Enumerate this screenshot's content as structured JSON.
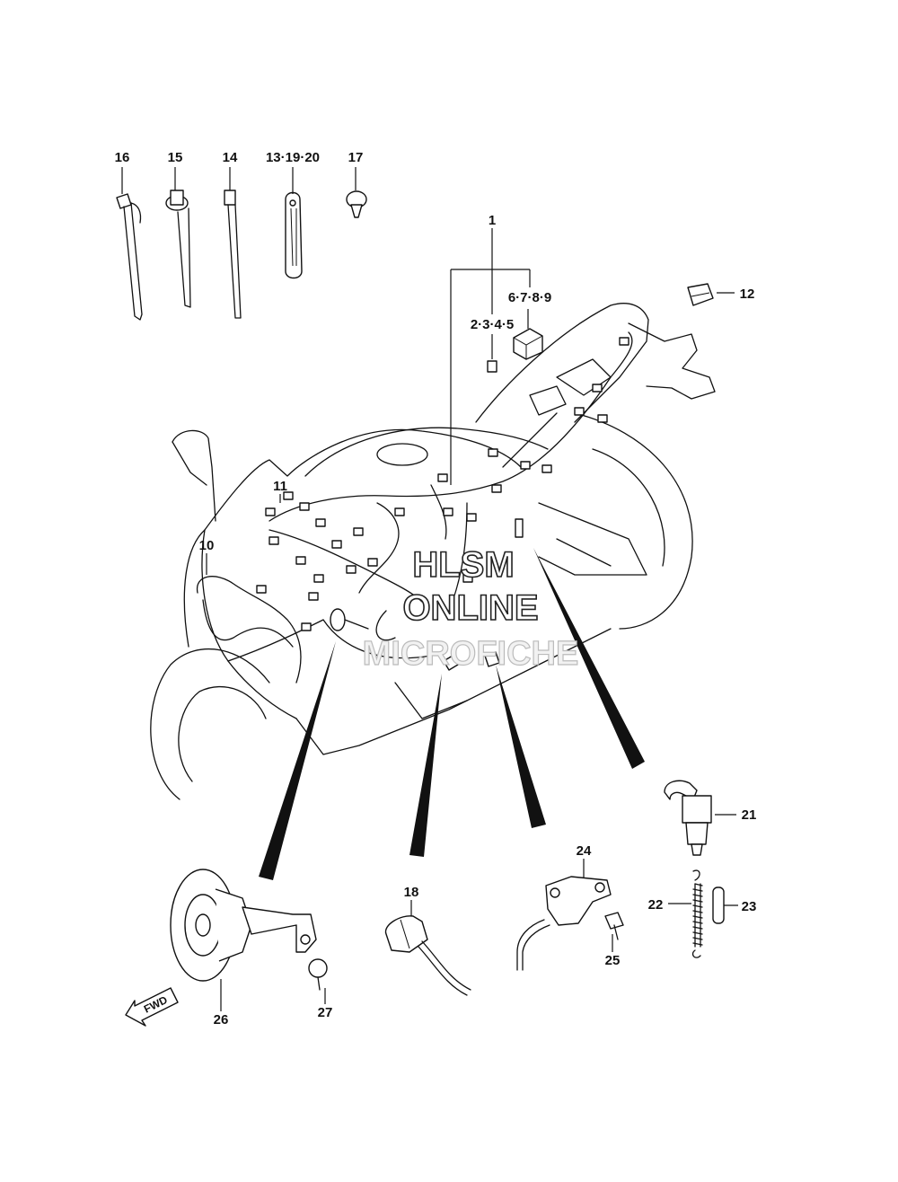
{
  "callouts": {
    "p16": "16",
    "p15": "15",
    "p14": "14",
    "p13": "13·19·20",
    "p17": "17",
    "p1": "1",
    "p6": "6·7·8·9",
    "p2": "2·3·4·5",
    "p12": "12",
    "p11": "11",
    "p10": "10",
    "p21": "21",
    "p22": "22",
    "p23": "23",
    "p24": "24",
    "p25": "25",
    "p18": "18",
    "p26": "26",
    "p27": "27"
  },
  "watermark": {
    "line1": "HLSM",
    "line2": "ONLINE",
    "line3": "MICROFICHE"
  },
  "direction_arrow": {
    "label": "FWD"
  }
}
